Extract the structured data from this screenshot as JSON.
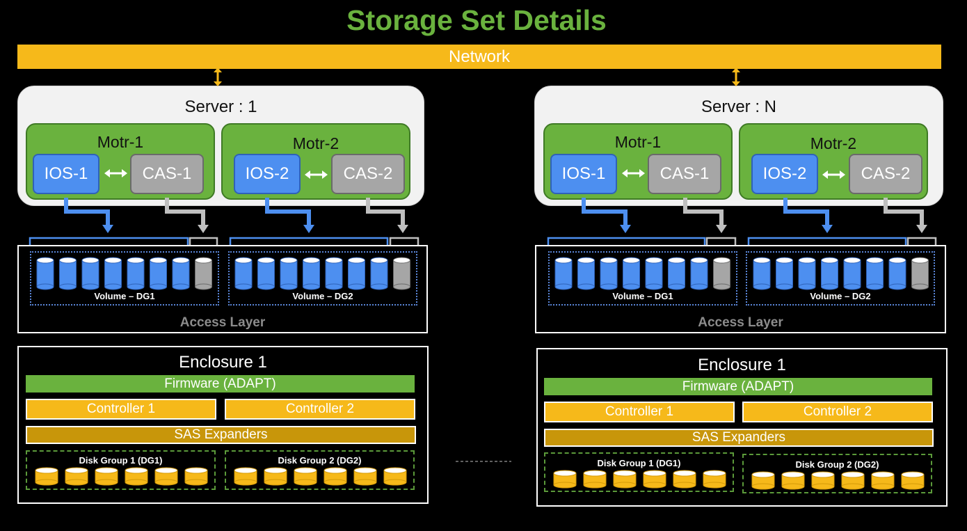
{
  "title": "Storage Set Details",
  "network": "Network",
  "servers": [
    {
      "title": "Server : 1",
      "motrs": [
        {
          "title": "Motr-1",
          "ios": "IOS-1",
          "cas": "CAS-1"
        },
        {
          "title": "Motr-2",
          "ios": "IOS-2",
          "cas": "CAS-2"
        }
      ],
      "volumes": [
        "Volume – DG1",
        "Volume – DG2"
      ],
      "access_layer": "Access Layer",
      "enclosure": {
        "title": "Enclosure 1",
        "firmware": "Firmware (ADAPT)",
        "controllers": [
          "Controller 1",
          "Controller 2"
        ],
        "sas": "SAS Expanders",
        "disk_groups": [
          "Disk Group 1 (DG1)",
          "Disk Group 2 (DG2)"
        ]
      }
    },
    {
      "title": "Server : N",
      "motrs": [
        {
          "title": "Motr-1",
          "ios": "IOS-1",
          "cas": "CAS-1"
        },
        {
          "title": "Motr-2",
          "ios": "IOS-2",
          "cas": "CAS-2"
        }
      ],
      "volumes": [
        "Volume – DG1",
        "Volume – DG2"
      ],
      "access_layer": "Access Layer",
      "enclosure": {
        "title": "Enclosure 1",
        "firmware": "Firmware (ADAPT)",
        "controllers": [
          "Controller 1",
          "Controller 2"
        ],
        "sas": "SAS Expanders",
        "disk_groups": [
          "Disk Group 1 (DG1)",
          "Disk Group 2 (DG2)"
        ]
      }
    }
  ],
  "colors": {
    "title_green": "#6ab23e",
    "network_yellow": "#f6b91a",
    "ios_blue": "#4d8ff0",
    "cas_gray": "#a6a6a6",
    "sas_gold": "#c8960a"
  }
}
